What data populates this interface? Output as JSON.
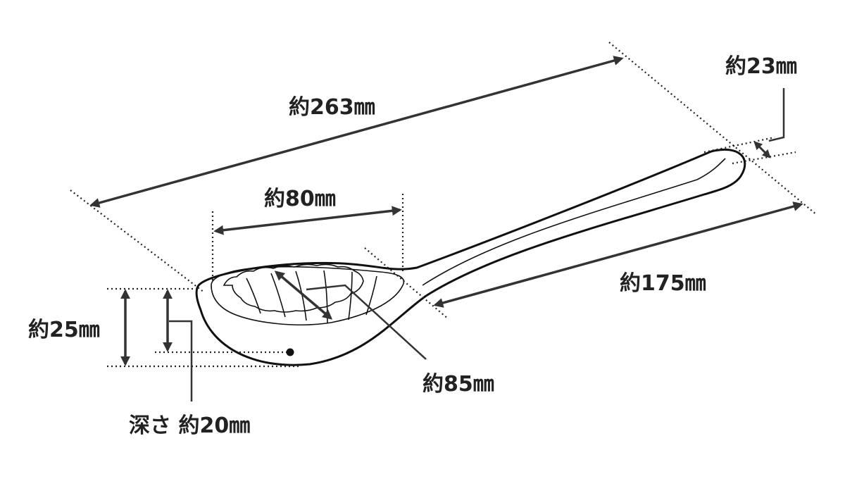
{
  "diagram": {
    "labels": {
      "total_length": "約263㎜",
      "handle_width": "約23㎜",
      "bowl_width": "約80㎜",
      "handle_length": "約175㎜",
      "height": "約25㎜",
      "bowl_length": "約85㎜",
      "depth": "深さ 約20㎜"
    },
    "colors": {
      "line": "#222222",
      "background": "#ffffff"
    }
  }
}
